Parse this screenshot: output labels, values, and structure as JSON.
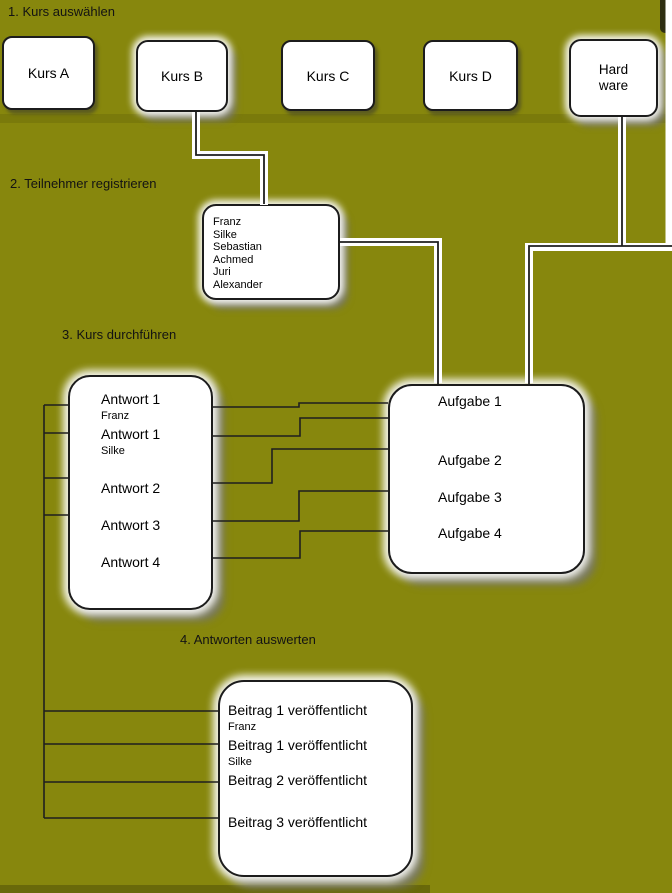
{
  "steps": {
    "step1": "1. Kurs auswählen",
    "step2": "2. Teilnehmer registrieren",
    "step3": "3. Kurs durchführen",
    "step4": "4. Antworten auswerten"
  },
  "courses": {
    "a": "Kurs A",
    "b": "Kurs B",
    "c": "Kurs C",
    "d": "Kurs D",
    "hardware_line1": "Hard",
    "hardware_line2": "ware"
  },
  "participants": [
    "Franz",
    "Silke",
    "Sebastian",
    "Achmed",
    "Juri",
    "Alexander"
  ],
  "answers": {
    "a1_franz": {
      "label": "Antwort 1",
      "author": "Franz"
    },
    "a1_silke": {
      "label": "Antwort 1",
      "author": "Silke"
    },
    "a2": "Antwort 2",
    "a3": "Antwort 3",
    "a4": "Antwort 4"
  },
  "tasks": [
    "Aufgabe 1",
    "Aufgabe 2",
    "Aufgabe 3",
    "Aufgabe 4"
  ],
  "posts": {
    "b1_franz": {
      "label": "Beitrag 1 veröffentlicht",
      "author": "Franz"
    },
    "b1_silke": {
      "label": "Beitrag 1 veröffentlicht",
      "author": "Silke"
    },
    "b2": "Beitrag 2 veröffentlicht",
    "b3": "Beitrag 3 veröffentlicht"
  },
  "colors": {
    "background": "#87870d",
    "box_fill": "#ffffff",
    "box_border": "#1c1c1c",
    "connector_line": "#1f1f1f",
    "connector_glow": "#ffffff",
    "shadow_gray": "#78786c"
  }
}
